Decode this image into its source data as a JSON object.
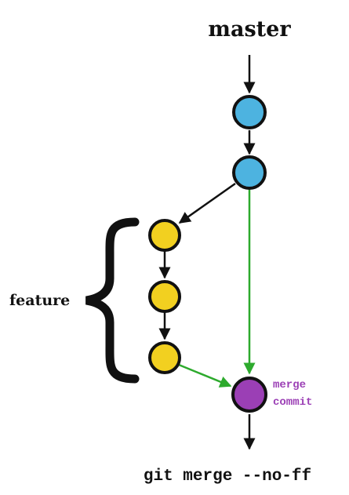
{
  "labels": {
    "branch_master": "master",
    "branch_feature": "feature",
    "merge_commit_line1": "merge",
    "merge_commit_line2": "commit",
    "command": "git merge --no-ff"
  },
  "colors": {
    "master_commit": "#4DB3E0",
    "feature_commit": "#F2D020",
    "merge_commit": "#9B3FB5",
    "merge_arrow": "#2DAA2D",
    "history_arrow": "#111111",
    "merge_label": "#9B3FB5"
  },
  "commits": {
    "master": 2,
    "feature": 3,
    "merge": 1
  }
}
